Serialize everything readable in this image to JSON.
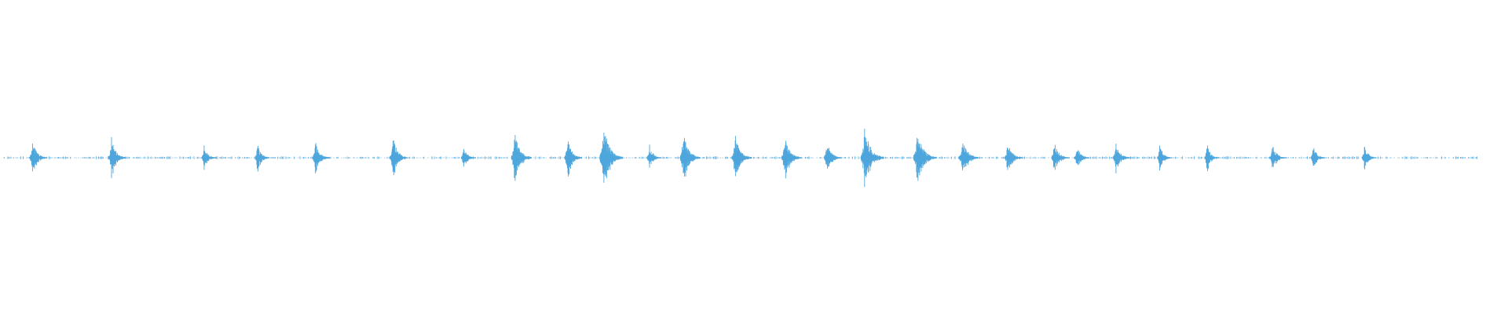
{
  "waveform": {
    "color": "#4ea6dc",
    "background": "#ffffff",
    "duration": 1.0,
    "visible_end": 0.9805,
    "peak_scale": 1.0,
    "bursts": [
      {
        "t": 0.0195,
        "amp": 0.52,
        "width": 0.003
      },
      {
        "t": 0.072,
        "amp": 0.62,
        "width": 0.003
      },
      {
        "t": 0.1335,
        "amp": 0.38,
        "width": 0.0025
      },
      {
        "t": 0.169,
        "amp": 0.42,
        "width": 0.0025
      },
      {
        "t": 0.2075,
        "amp": 0.48,
        "width": 0.003
      },
      {
        "t": 0.259,
        "amp": 0.72,
        "width": 0.003
      },
      {
        "t": 0.306,
        "amp": 0.34,
        "width": 0.0025
      },
      {
        "t": 0.34,
        "amp": 0.82,
        "width": 0.0035
      },
      {
        "t": 0.375,
        "amp": 0.58,
        "width": 0.003
      },
      {
        "t": 0.399,
        "amp": 1.0,
        "width": 0.004
      },
      {
        "t": 0.4295,
        "amp": 0.4,
        "width": 0.0025
      },
      {
        "t": 0.452,
        "amp": 0.8,
        "width": 0.0035
      },
      {
        "t": 0.4865,
        "amp": 0.7,
        "width": 0.0035
      },
      {
        "t": 0.5195,
        "amp": 0.6,
        "width": 0.0035
      },
      {
        "t": 0.5475,
        "amp": 0.5,
        "width": 0.003
      },
      {
        "t": 0.5725,
        "amp": 0.94,
        "width": 0.004
      },
      {
        "t": 0.6075,
        "amp": 0.82,
        "width": 0.004
      },
      {
        "t": 0.6375,
        "amp": 0.56,
        "width": 0.0035
      },
      {
        "t": 0.6675,
        "amp": 0.5,
        "width": 0.003
      },
      {
        "t": 0.6985,
        "amp": 0.48,
        "width": 0.003
      },
      {
        "t": 0.7135,
        "amp": 0.4,
        "width": 0.0025
      },
      {
        "t": 0.7395,
        "amp": 0.42,
        "width": 0.003
      },
      {
        "t": 0.7685,
        "amp": 0.4,
        "width": 0.0025
      },
      {
        "t": 0.8,
        "amp": 0.42,
        "width": 0.0025
      },
      {
        "t": 0.8435,
        "amp": 0.38,
        "width": 0.003
      },
      {
        "t": 0.8705,
        "amp": 0.4,
        "width": 0.0025
      },
      {
        "t": 0.9045,
        "amp": 0.42,
        "width": 0.0025
      }
    ]
  }
}
